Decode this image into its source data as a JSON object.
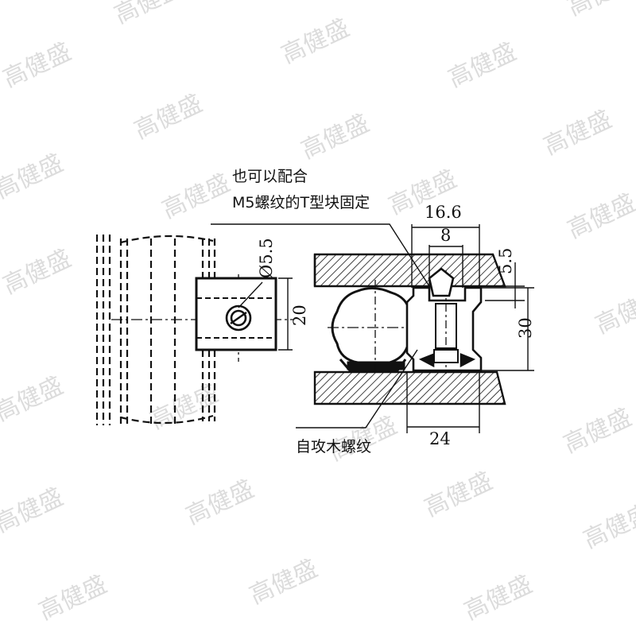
{
  "watermark": {
    "text": "高健盛",
    "color": "#dcdcdc"
  },
  "annotations": {
    "t_block_note_line1": "也可以配合",
    "t_block_note_line2": "M5螺纹的T型块固定",
    "screw_note": "自攻木螺纹"
  },
  "dimensions": {
    "hole_diameter": "Ø5.5",
    "block_height": "20",
    "top_width": "16.6",
    "slot_width": "8",
    "lip_thickness": "5.5",
    "profile_height": "30",
    "bottom_width": "24"
  },
  "colors": {
    "line": "#111111",
    "hatch": "#111111",
    "background": "#ffffff"
  }
}
